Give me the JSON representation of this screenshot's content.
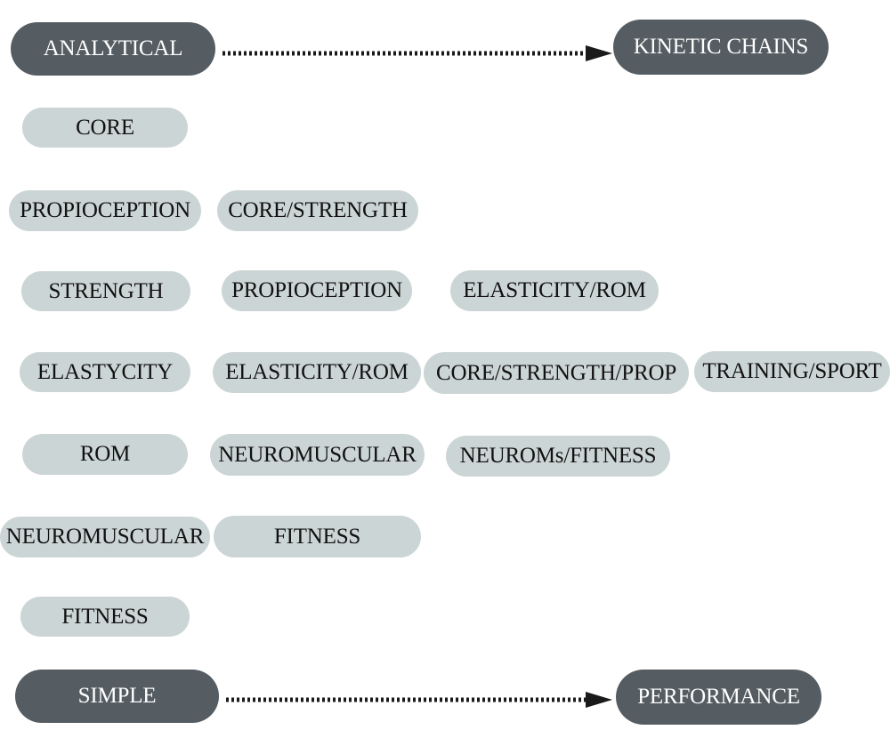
{
  "header": {
    "start_label": "ANALYTICAL",
    "end_label": "KINETIC CHAINS"
  },
  "footer": {
    "start_label": "SIMPLE",
    "end_label": "PERFORMANCE"
  },
  "columns": {
    "col1": [
      "CORE",
      "PROPIOCEPTION",
      "STRENGTH",
      "ELASTYCITY",
      "ROM",
      "NEUROMUSCULAR",
      "FITNESS"
    ],
    "col2": [
      "CORE/STRENGTH",
      "PROPIOCEPTION",
      "ELASTICITY/ROM",
      "NEUROMUSCULAR",
      "FITNESS"
    ],
    "col3": [
      "ELASTICITY/ROM",
      "CORE/STRENGTH/PROP",
      "NEUROMs/FITNESS"
    ],
    "col4": [
      "TRAINING/SPORT"
    ]
  },
  "colors": {
    "dark_pill": "#555d62",
    "light_pill": "#ccd5d5",
    "arrow": "#1a1a1a"
  }
}
